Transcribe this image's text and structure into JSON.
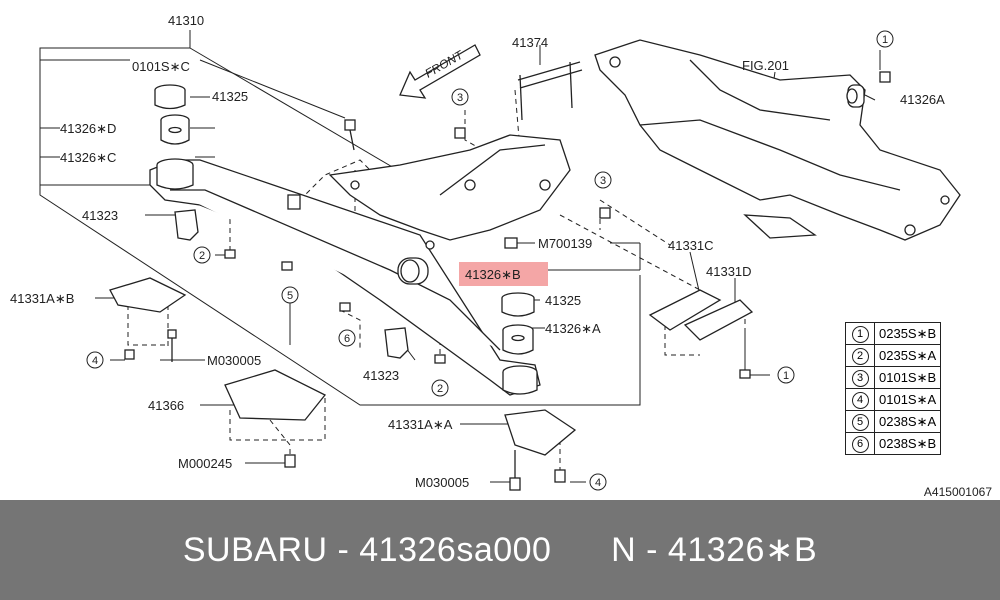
{
  "callouts": {
    "c41310": "41310",
    "c0101sc": "0101S∗C",
    "c41325a": "41325",
    "c41326d": "41326∗D",
    "c41326c": "41326∗C",
    "c41323a": "41323",
    "c41331ab": "41331A∗B",
    "cm030005a": "M030005",
    "c41366": "41366",
    "cm000245": "M000245",
    "c41374": "41374",
    "cm700139": "M700139",
    "c41326b": "41326∗B",
    "c41325b": "41325",
    "c41326a": "41326∗A",
    "c41323b": "41323",
    "c41331aa": "41331A∗A",
    "cm030005b": "M030005",
    "c41331c": "41331C",
    "c41331d": "41331D",
    "cfig201": "FIG.201",
    "c41326a2": "41326A",
    "front": "FRONT"
  },
  "circle_refs": {
    "r1a": "1",
    "r1b": "1",
    "r2a": "2",
    "r2b": "2",
    "r3a": "3",
    "r3b": "3",
    "r4a": "4",
    "r4b": "4",
    "r5": "5",
    "r6": "6"
  },
  "legend": [
    {
      "num": "1",
      "code": "0235S∗B"
    },
    {
      "num": "2",
      "code": "0235S∗A"
    },
    {
      "num": "3",
      "code": "0101S∗B"
    },
    {
      "num": "4",
      "code": "0101S∗A"
    },
    {
      "num": "5",
      "code": "0238S∗A"
    },
    {
      "num": "6",
      "code": "0238S∗B"
    }
  ],
  "diagram_code": "A415001067",
  "highlight_color": "#f4a6a6",
  "footer": {
    "part_text": "SUBARU - 41326sa000",
    "ref_text": "N - 41326∗B"
  }
}
